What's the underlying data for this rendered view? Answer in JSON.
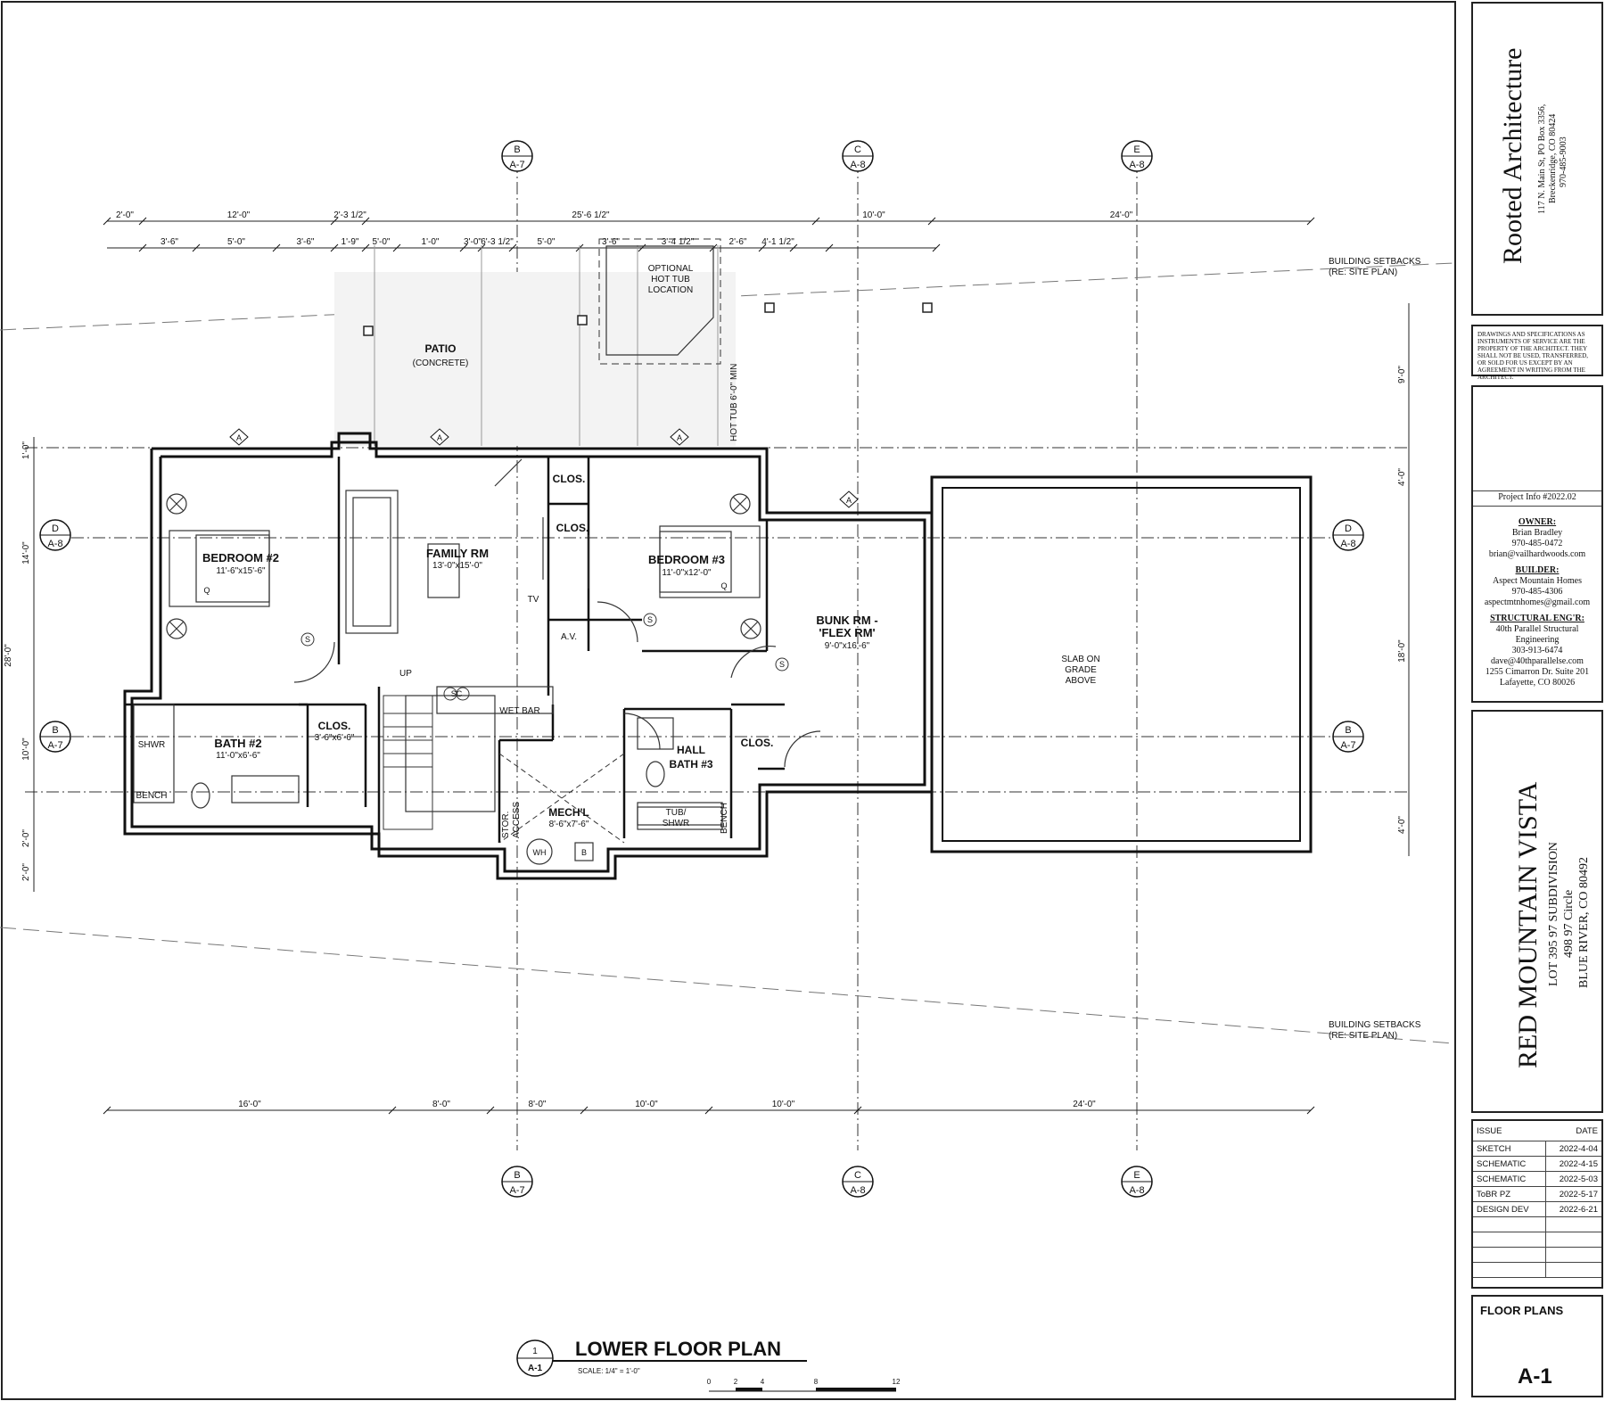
{
  "firm": {
    "name": "Rooted Architecture",
    "address_lines": [
      "117 N. Main St, PO Box 3356,",
      "Breckenridge, CO 80424",
      "970-485-9003"
    ]
  },
  "disclaimer": "DRAWINGS AND SPECIFICATIONS AS INSTRUMENTS OF SERVICE ARE THE PROPERTY OF THE ARCHITECT. THEY SHALL NOT BE USED, TRANSFERRED, OR SOLD FOR US EXCEPT BY AN AGREEMENT IN WRITING FROM THE ARCHITECT.",
  "project_info": "Project Info  #2022.02",
  "contacts": [
    {
      "role": "OWNER:",
      "lines": [
        "Brian Bradley",
        "970-485-0472",
        "brian@vailhardwoods.com"
      ]
    },
    {
      "role": "BUILDER:",
      "lines": [
        "Aspect Mountain Homes",
        "970-485-4306",
        "aspectmtnhomes@gmail.com"
      ]
    },
    {
      "role": "STRUCTURAL ENG'R:",
      "lines": [
        "40th Parallel Structural Engineering",
        "303-913-6474",
        "dave@40thparallelse.com",
        "1255 Cimarron Dr. Suite 201",
        "Lafayette, CO 80026"
      ]
    }
  ],
  "project": {
    "name": "RED MOUNTAIN VISTA",
    "lines": [
      "LOT 395 97 SUBDIVISION",
      "498 97 Circle",
      "BLUE RIVER, CO 80492"
    ]
  },
  "issue_table": {
    "header": [
      "ISSUE",
      "DATE"
    ],
    "rows": [
      [
        "SKETCH",
        "2022-4-04"
      ],
      [
        "SCHEMATIC",
        "2022-4-15"
      ],
      [
        "SCHEMATIC",
        "2022-5-03"
      ],
      [
        "ToBR PZ",
        "2022-5-17"
      ],
      [
        "DESIGN DEV",
        "2022-6-21"
      ],
      [
        "",
        ""
      ],
      [
        "",
        ""
      ],
      [
        "",
        ""
      ],
      [
        "",
        ""
      ]
    ]
  },
  "sheet": {
    "title": "FLOOR PLANS",
    "number": "A-1"
  },
  "drawing": {
    "number": "1",
    "sheet_ref": "A-1",
    "title": "LOWER FLOOR PLAN",
    "scale": "SCALE: 1/4\" = 1'-0\"",
    "scale_marks": [
      "0",
      "2",
      "4",
      "8",
      "12"
    ]
  },
  "section_markers": [
    {
      "letter": "B",
      "sheet": "A-7"
    },
    {
      "letter": "C",
      "sheet": "A-8"
    },
    {
      "letter": "E",
      "sheet": "A-8"
    },
    {
      "letter": "D",
      "sheet": "A-8"
    }
  ],
  "setback_label": [
    "BUILDING SETBACKS",
    "(RE: SITE PLAN)"
  ],
  "top_dims_1": [
    "2'-0\"",
    "12'-0\"",
    "2'-3 1/2\"",
    "25'-6 1/2\"",
    "10'-0\"",
    "24'-0\""
  ],
  "top_dims_2": [
    "3'-6\"",
    "5'-0\"",
    "3'-6\"",
    "1'-9\"",
    "5'-0\"",
    "1'-0\"",
    "3'-0\"",
    "6'-3 1/2\"",
    "5'-0\"",
    "3'-6\"",
    "3'-4 1/2\"",
    "2'-6\"",
    "4'-1 1/2\""
  ],
  "bottom_dims": [
    "16'-0\"",
    "8'-0\"",
    "8'-0\"",
    "10'-0\"",
    "10'-0\"",
    "24'-0\""
  ],
  "left_dims": [
    "1'-0\"",
    "14'-0\"",
    "28'-0\"",
    "10'-0\"",
    "2'-0\"",
    "2'-0\""
  ],
  "right_dims": [
    "9'-0\"",
    "4'-0\"",
    "18'-0\"",
    "4'-0\""
  ],
  "hot_tub_dim": "HOT TUB 6'-0\" MIN",
  "rooms": {
    "patio": "PATIO",
    "patio_sub": "(CONCRETE)",
    "hot_tub": [
      "OPTIONAL",
      "HOT TUB",
      "LOCATION"
    ],
    "bed2": "BEDROOM #2",
    "bed2_size": "11'-6\"x15'-6\"",
    "family": "FAMILY RM",
    "family_size": "13'-0\"x15'-0\"",
    "bed3": "BEDROOM #3",
    "bed3_size": "11'-0\"x12'-0\"",
    "bunk": "BUNK RM -",
    "bunk2": "'FLEX RM'",
    "bunk_size": "9'-0\"x16'-6\"",
    "slab": [
      "SLAB ON",
      "GRADE",
      "ABOVE"
    ],
    "clos": "CLOS.",
    "clos_size": "3'-6\"x6'-6\"",
    "bath2": "BATH #2",
    "bath2_size": "11'-0\"x6'-6\"",
    "hall_bath": [
      "HALL",
      "BATH #3"
    ],
    "mech": "MECH'L",
    "mech_size": "8'-6\"x7'-6\"",
    "av": "A.V.",
    "tv": "TV",
    "up": "UP",
    "wet_bar": "WET BAR",
    "shwr": "SHWR",
    "bench": "BENCH",
    "tub": [
      "TUB/",
      "SHWR"
    ],
    "stor": [
      "STOR.",
      "ACCESS"
    ],
    "wh": "WH",
    "b": "B",
    "q": "Q",
    "s": "S",
    "sc": "SC",
    "a": "A"
  }
}
